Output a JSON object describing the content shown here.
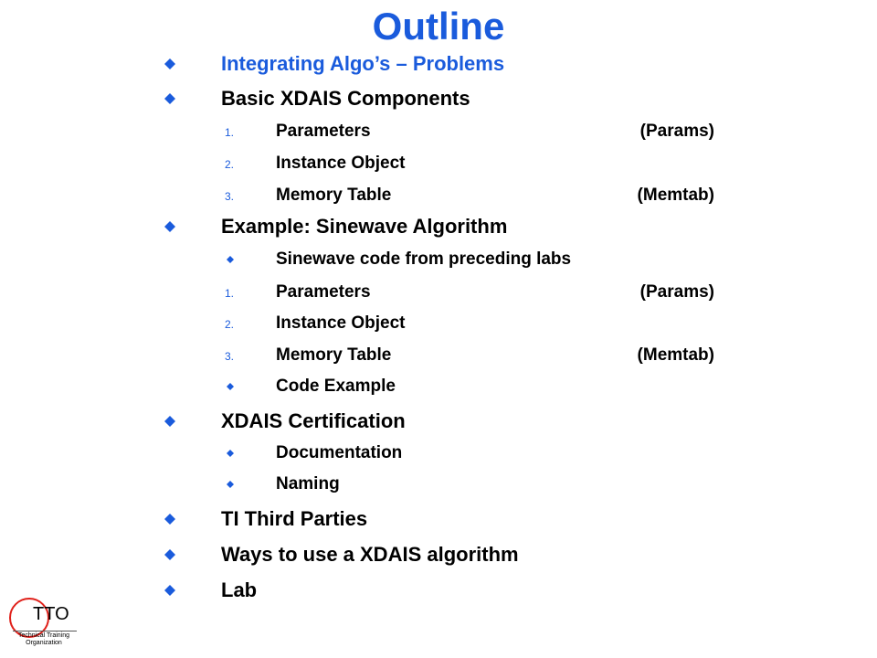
{
  "slide": {
    "title": "Outline",
    "colors": {
      "accent": "#1a5bdc",
      "text": "#000000",
      "logo_ring": "#e0201a"
    },
    "bullet_icon": "diamond-bullet-icon",
    "items": [
      {
        "text": "Integrating Algo’s – Problems"
      },
      {
        "text": "Basic XDAIS Components"
      },
      {
        "num": "1.",
        "text": "Parameters",
        "right": "(Params)"
      },
      {
        "num": "2.",
        "text": "Instance Object"
      },
      {
        "num": "3.",
        "text": "Memory Table",
        "right": "(Memtab)"
      },
      {
        "text": "Example:  Sinewave Algorithm"
      },
      {
        "text": "Sinewave code from preceding labs"
      },
      {
        "num": "1.",
        "text": "Parameters",
        "right": "(Params)"
      },
      {
        "num": "2.",
        "text": "Instance Object"
      },
      {
        "num": "3.",
        "text": "Memory Table",
        "right": "(Memtab)"
      },
      {
        "text": "Code Example"
      },
      {
        "text": "XDAIS Certification"
      },
      {
        "text": "Documentation"
      },
      {
        "text": "Naming"
      },
      {
        "text": "TI Third Parties"
      },
      {
        "text": "Ways to use a XDAIS algorithm"
      },
      {
        "text": "Lab"
      }
    ]
  },
  "logo": {
    "letters": "TTO",
    "caption_line1": "Technical Training",
    "caption_line2": "Organization"
  }
}
